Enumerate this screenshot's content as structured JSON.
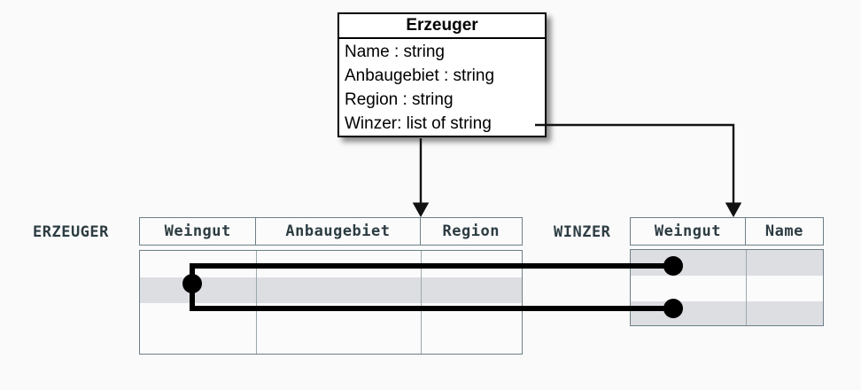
{
  "uml_class": {
    "name": "Erzeuger",
    "attributes": [
      "Name : string",
      "Anbaugebiet : string",
      "Region : string",
      "Winzer: list of string"
    ]
  },
  "tables": [
    {
      "label": "ERZEUGER",
      "columns": [
        "Weingut",
        "Anbaugebiet",
        "Region"
      ],
      "row_count": 4,
      "shaded_rows": [
        2
      ]
    },
    {
      "label": "WINZER",
      "columns": [
        "Weingut",
        "Name"
      ],
      "row_count": 3,
      "shaded_rows": [
        1,
        3
      ]
    }
  ],
  "connectors": {
    "mapping_arrows": [
      {
        "from": "Erzeuger.Anbaugebiet/attributes block",
        "to": "ERZEUGER.Anbaugebiet column header",
        "style": "straight-down-arrow"
      },
      {
        "from": "Erzeuger.Winzer: list of string",
        "to": "WINZER.Weingut column header",
        "style": "elbow-right-down-arrow"
      }
    ],
    "foreign_key_links": [
      {
        "from": "ERZEUGER row 2",
        "to": "WINZER row 1",
        "style": "thick-elbow-with-dots"
      },
      {
        "from": "ERZEUGER row 2",
        "to": "WINZER row 3",
        "style": "thick-elbow-with-dots"
      }
    ]
  },
  "colors": {
    "background": "#fafafa",
    "table_border": "#6d7f86",
    "table_fill": "#fbfbfb",
    "row_shade": "#dcdee2",
    "mono_text": "#2c3c42",
    "class_box_border": "#000000",
    "connector": "#000000"
  }
}
